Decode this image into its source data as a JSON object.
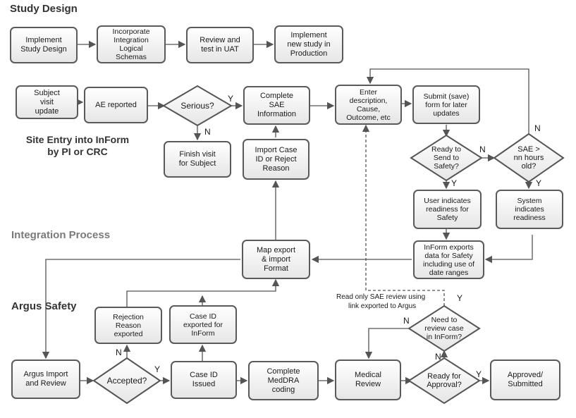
{
  "sections": {
    "study_design": "Study Design",
    "site_entry": "Site Entry  into InForm\nby PI or CRC",
    "integration": "Integration Process",
    "argus": "Argus Safety"
  },
  "nodes": {
    "implement_study_design": "Implement\nStudy Design",
    "incorporate_schemas": "Incorporate\nIntegration\nLogical\nSchemas",
    "review_uat": "Review and\ntest in UAT",
    "implement_production": "Implement\nnew study in\nProduction",
    "subject_visit_update": "Subject\nvisit\nupdate",
    "ae_reported": "AE reported",
    "serious": "Serious?",
    "complete_sae": "Complete\nSAE\nInformation",
    "enter_description": "Enter\ndescription,\nCause,\nOutcome, etc",
    "submit_save": "Submit (save)\nform for later\nupdates",
    "finish_visit": "Finish visit\nfor Subject",
    "import_case": "Import Case\nID or Reject\nReason",
    "ready_safety": "Ready to\nSend to\nSafety?",
    "sae_hours": "SAE >\nnn hours\nold?",
    "user_indicates": "User indicates\nreadiness for\nSafety",
    "system_indicates": "System\nindicates\nreadiness",
    "map_export": "Map export\n& import\nFormat",
    "inform_exports": "InForm exports\ndata for Safety\nincluding use of\ndate ranges",
    "rejection_reason": "Rejection\nReason\nexported",
    "case_id_exported": "Case ID\nexported for\nInForm",
    "need_review": "Need to\nreview case\nin InForm?",
    "argus_import": "Argus Import\nand Review",
    "accepted": "Accepted?",
    "case_id_issued": "Case ID\nIssued",
    "complete_meddra": "Complete\nMedDRA\ncoding",
    "medical_review": "Medical\nReview",
    "ready_approval": "Ready for\nApproval?",
    "approved_submitted": "Approved/\nSubmitted"
  },
  "labels": {
    "serious_yes": "Y",
    "serious_no": "N",
    "ready_safety_no": "N",
    "ready_safety_yes": "Y",
    "sae_hours_no": "N",
    "sae_hours_yes": "Y",
    "accepted_no": "N",
    "accepted_yes": "Y",
    "need_review_yes": "Y",
    "need_review_no": "N",
    "ready_approval_no": "N",
    "ready_approval_yes": "Y"
  },
  "note": {
    "line1": "Read only SAE review using",
    "line2": "link exported to Argus"
  }
}
